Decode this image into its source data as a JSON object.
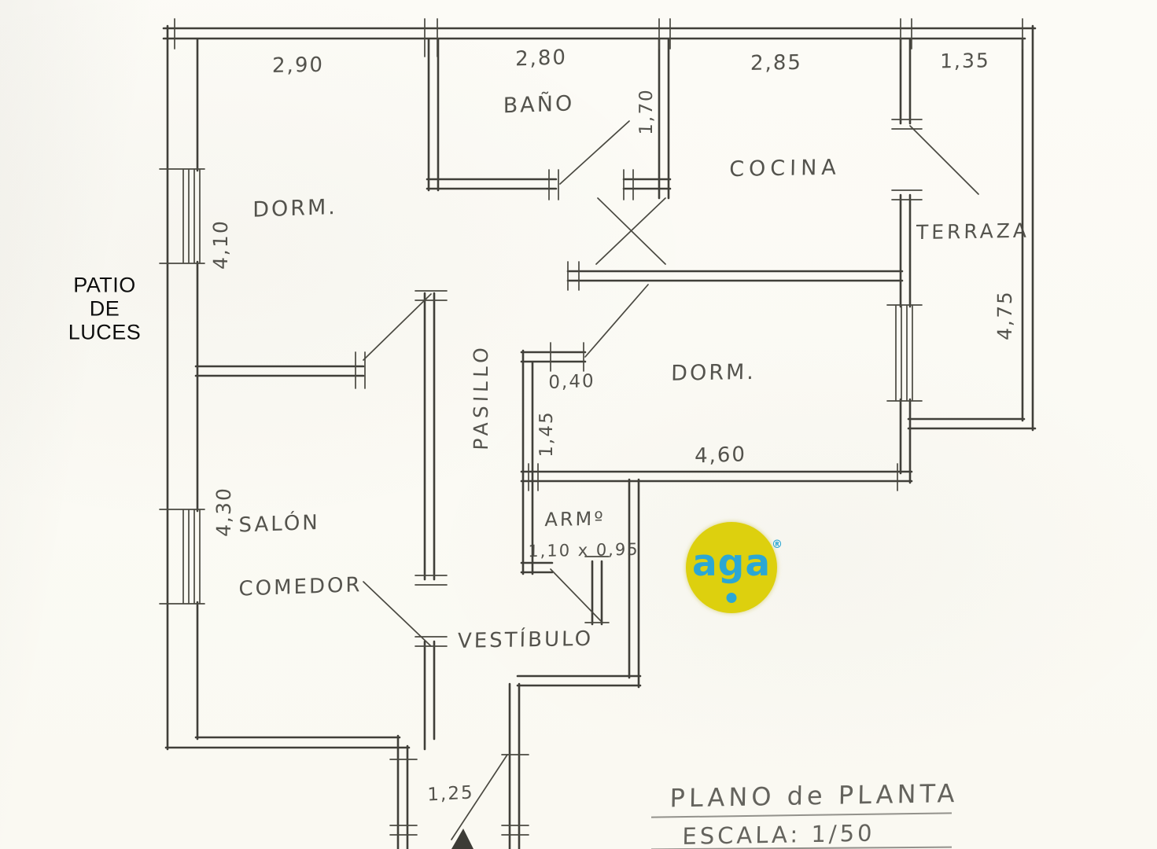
{
  "side_note": {
    "lines": [
      "PATIO",
      "DE",
      "LUCES"
    ]
  },
  "rooms": {
    "dorm1": "DORM.",
    "banio": "BAÑO",
    "cocina": "COCINA",
    "terraza": "TERRAZA",
    "dorm2": "DORM.",
    "pasillo": "PASILLO",
    "salon_line1": "SALÓN",
    "salon_line2": "COMEDOR",
    "armario": "ARMº",
    "armario_size": "1,10 x 0,95",
    "vestibulo": "VESTÍBULO"
  },
  "dimensions": {
    "top_left": "2,90",
    "top_mid": "2,80",
    "top_right": "2,85",
    "top_terraza": "1,35",
    "banio_right": "1,70",
    "left_window1": "4,10",
    "left_window2": "4,30",
    "terraza_right": "4,75",
    "hall_stub": "0,40",
    "hall_vert": "1,45",
    "dorm2_width": "4,60",
    "entrance_width": "1,25"
  },
  "title_block": {
    "title": "PLANO de PLANTA",
    "scale": "ESCALA: 1/50"
  },
  "logo": {
    "name": "aga",
    "registered": "®"
  },
  "colors": {
    "paper": "#fbfaf5",
    "ink": "#403f39",
    "logo_circle": "#ddd00e",
    "logo_text": "#2ba7d4"
  }
}
